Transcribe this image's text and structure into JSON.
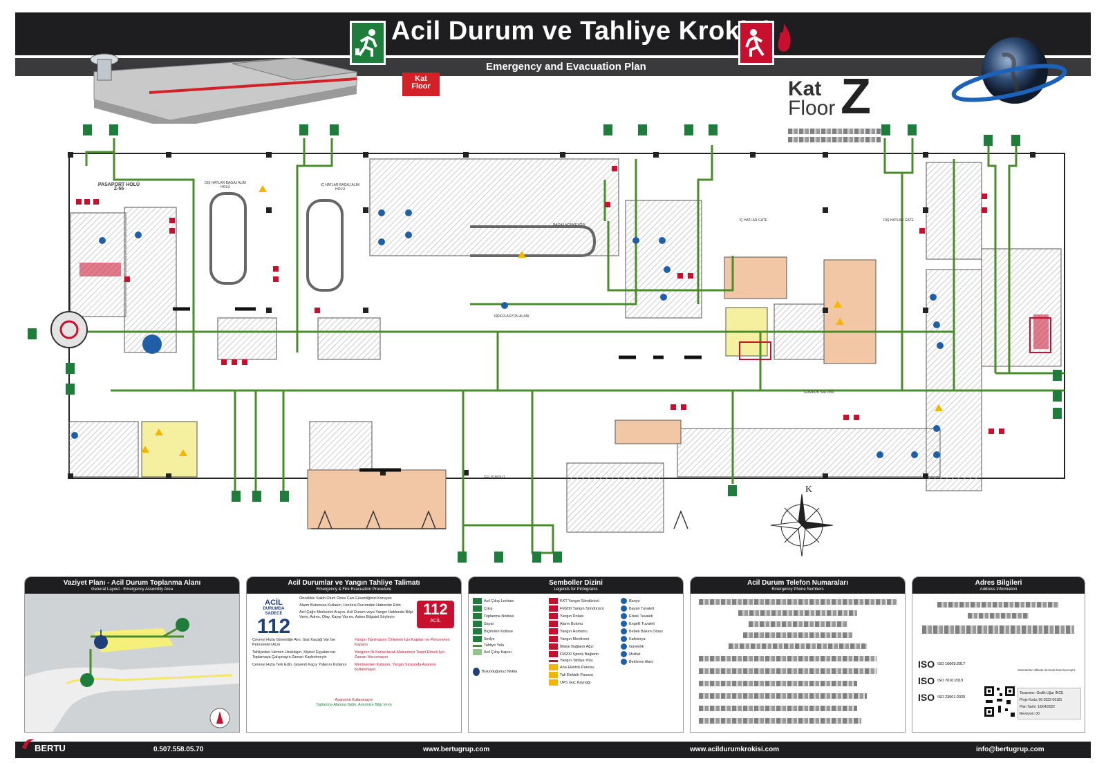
{
  "header": {
    "title": "Acil Durum ve Tahliye Krokisi",
    "subtitle": "Emergency and Evacuation Plan"
  },
  "logo": {
    "line1": "Kat",
    "line2": "Floor",
    "letter": "Z"
  },
  "floor_plan": {
    "rooms": {
      "pasaport": "PASAPORT HOLÜ",
      "pasaport_code": "Z-55",
      "dis_hatlar_bagaj": "DIŞ HATLAR BAGAJ ALIM HOLÜ",
      "ic_hatlar_bagaj": "İÇ HATLAR BAGAJ ALIM HOLÜ",
      "bagaj_konveyor": "BAGAJ KONVEYÖR",
      "ic_hatlar_gate": "İÇ HATLAR GATE",
      "dis_hatlar_gate": "DIŞ HATLAR GATE",
      "sirkulasyon": "SİRKÜLASYON ALANI",
      "geliş_holu": "GELİŞ HOLÜ",
      "gumruk": "GÜMRÜK SALONU"
    }
  },
  "panels": {
    "site_plan": {
      "title": "Vaziyet Planı - Acil Durum Toplanma Alanı",
      "subtitle": "General Layout - Emergency Assembly Area"
    },
    "instructions": {
      "title": "Acil Durumlar ve Yangın Tahliye Talimatı",
      "subtitle": "Emergency & Fire Evacuation Procedure",
      "acil_label_1": "ACİL",
      "acil_label_2": "DURUMDA",
      "acil_label_3": "SADECE",
      "number": "112",
      "number_box": "112",
      "number_box_sub": "ACİL",
      "items": [
        "Öncelikle Sakin Olun! Önce Can Güvenliğinizi Koruyun",
        "Alarm Butonuna Kullanın, Herkesi Durumdan Haberdar Edin",
        "Acil Çağrı Merkezini Arayın. Acil Durum veya Yangın Hakkında Bilgi Verin, Adres, Olay, Kayıp Var mı, Adres Bilgisini Söyleyin",
        "Çevreyi Hızla Güvenliğe Alın, Gaz Kaçağı Var İse Pencereleri Açın",
        "Tahliyeden Hemen Uzaklaşın, Kişisel Eşyalarınızı Toplamaya Çalışmayın Zaman Kaybetmeyin",
        "Yangın Yayılmasını Önlemek İçin Kapıları ve Pencereleri Kapatın",
        "Yangının İlk Kurtarılacak Malzemeyi Tespit Etmek İçin Zaman Harcamayın",
        "Çevreyi Hızla Terk Edin, Güvenli Kaçış Yollarını Kullanın",
        "Merdivenleri Kullanın, Yangın Sırasında Asansör Kullanmayın",
        "Asansörü Kullanmayın",
        "Toplanma Alanına Gidin, Amirinize Bilgi Verin"
      ]
    },
    "symbols": {
      "title": "Semboller Dizini",
      "subtitle": "Legends for Pictograms",
      "col1": [
        "Acil Çıkış Levhası",
        "Çıkış",
        "Toplanma Noktası",
        "Sayar",
        "Biçimden Kolisse",
        "Sedye",
        "Tahliye Yolu",
        "Acil Çıkış Kapısı",
        "Bulunduğunuz Nokta"
      ],
      "col2": [
        "KKT Yangın Söndürücü",
        "FM200 Yangın Söndürücü",
        "Yangın Dolabı",
        "Alarm Butonu",
        "Yangın Hortumu",
        "Yangın Merdiveni",
        "İtfaiye Bağlantı Ağzı",
        "FM200 Sprink Bağlantı",
        "Yangın Tahliye Yolu",
        "Ana Elektrik Panosu",
        "Tali Elektrik Panosu",
        "UPS Güç Kaynağı"
      ],
      "col3": [
        "Banyo",
        "Bayan Tuvaleti",
        "Erkek Tuvaleti",
        "Engelli Tuvaleti",
        "Bebek Bakım Odası",
        "Kafeterya",
        "Güvenlik",
        "Mutfak",
        "Bekleme Alanı"
      ]
    },
    "phones": {
      "title": "Acil Durum Telefon Numaraları",
      "subtitle": "Emergency Phone Numbers"
    },
    "address": {
      "title": "Adres Bilgileri",
      "subtitle": "Address Information",
      "iso": [
        {
          "code": "ISO 16069:2017",
          "label": "ISO"
        },
        {
          "code": "ISO 7010:2019",
          "label": "ISO"
        },
        {
          "code": "ISO 23601:2020",
          "label": "ISO"
        }
      ],
      "note": "Standartlar dikkate alınarak hazırlanmıştır.",
      "designer": "Tasarımcı: Grafik Uğur İNCE",
      "project": "Proje Kodu: 06-2022-06181",
      "date": "Plan Tarihi: 18/04/2022",
      "revision": "Revizyon: 00"
    }
  },
  "footer": {
    "brand": "BERTU",
    "phone": "0.507.558.05.70",
    "site1": "www.bertugrup.com",
    "site2": "www.acildurumkrokisi.com",
    "email": "info@bertugrup.com"
  },
  "colors": {
    "header": "#1e1e20",
    "route": "#4a8c2a",
    "exit_green": "#1e7d3a",
    "fire_red": "#c8102e",
    "info_blue": "#1f5fa8",
    "warning": "#f4b400",
    "room_orange": "#f2c7a5",
    "room_yellow": "#f5f0a0"
  }
}
